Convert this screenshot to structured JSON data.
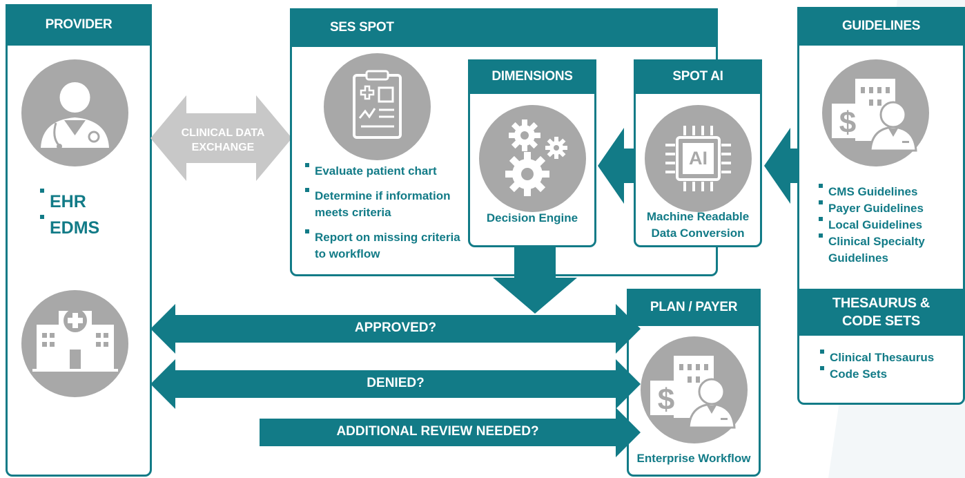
{
  "provider": {
    "title": "PROVIDER",
    "items": [
      "EHR",
      "EDMS"
    ],
    "icons": [
      "doctor-icon",
      "hospital-icon"
    ]
  },
  "exchange": {
    "label_line1": "CLINICAL DATA",
    "label_line2": "EXCHANGE"
  },
  "ses_spot": {
    "title": "SES SPOT",
    "items": [
      "Evaluate patient chart",
      "Determine if information meets criteria",
      "Report on missing criteria to workflow"
    ],
    "icon": "clipboard-chart-icon"
  },
  "dimensions": {
    "title": "DIMENSIONS",
    "caption": "Decision Engine",
    "icon": "gears-icon"
  },
  "spot_ai": {
    "title": "SPOT AI",
    "caption_line1": "Machine Readable",
    "caption_line2": "Data Conversion",
    "icon": "ai-chip-icon",
    "chip_text": "AI"
  },
  "guidelines": {
    "title": "GUIDELINES",
    "items": [
      "CMS Guidelines",
      "Payer Guidelines",
      "Local Guidelines",
      "Clinical Specialty Guidelines"
    ],
    "icon": "building-payer-icon"
  },
  "thesaurus": {
    "title_line1": "THESAURUS &",
    "title_line2": "CODE SETS",
    "items": [
      "Clinical Thesaurus",
      "Code Sets"
    ]
  },
  "plan_payer": {
    "title": "PLAN / PAYER",
    "caption": "Enterprise Workflow",
    "icon": "building-payer-icon"
  },
  "outcomes": {
    "approved": "APPROVED?",
    "denied": "DENIED?",
    "additional": "ADDITIONAL REVIEW NEEDED?"
  },
  "colors": {
    "teal": "#127b87",
    "gray": "#a8a8a8",
    "light_gray": "#c8c8c8"
  }
}
